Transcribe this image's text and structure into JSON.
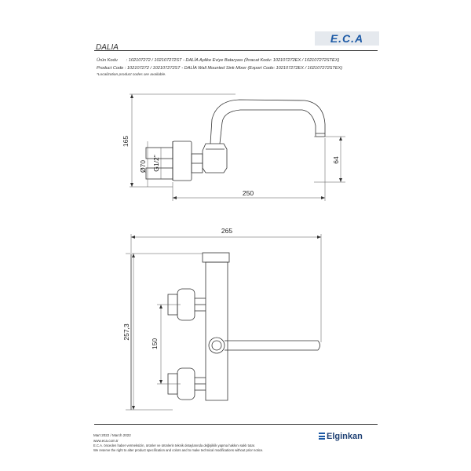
{
  "logo": {
    "text": "E.C.A"
  },
  "document": {
    "title": "DALIA",
    "tr_label": "Ürün Kodu",
    "tr_text": ": 102107272 / 102107272ST - DALİA Aplike Eviye Bataryası (İhracat Kodu: 102107272EX / 102107272STEX)",
    "en_label": "Product Code",
    "en_text": ": 102107272 / 102107272ST - DALİA Wall Mounted Sink Mixer (Export Code: 102107272EX / 102107272STEX)",
    "localization_note": "*Localization product codes are available."
  },
  "dimensions": {
    "height_165": "165",
    "diameter_70": "Ø70",
    "thread": "G1/2\"",
    "depth_64": "64",
    "length_250": "250",
    "width_265": "265",
    "height_257": "257,3",
    "spacing_150": "150"
  },
  "footer": {
    "date": "Mart 2022 / March 2022",
    "website": "www.eca.com.tr",
    "note_tr": "E.C.A. önceden haber vermeksizin, ürünler ve ürünlerin teknik detaylarında değişiklik yapma hakkını saklı tutar.",
    "note_en": "We reserve the right to alter product specification and colors and to make technical modifications without prior notice.",
    "brand": "Elginkan"
  }
}
